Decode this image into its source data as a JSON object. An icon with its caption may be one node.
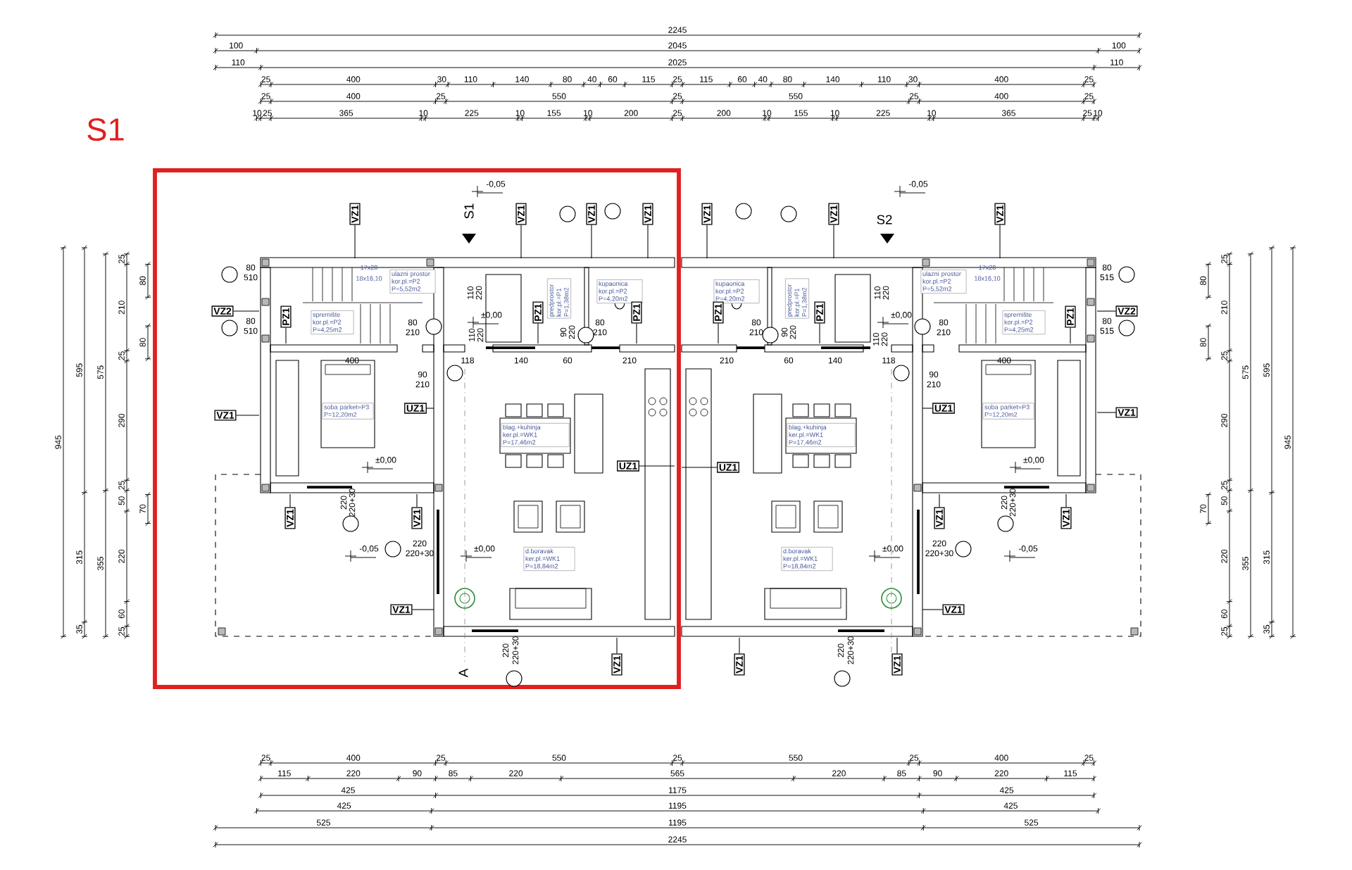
{
  "diagram": {
    "nodes": [
      {
        "text": [],
        "shape": "picture"
      },
      {
        "text": [],
        "shape": "picture"
      },
      {
        "text": [
          "ulazni prostor kor.pl.=P2 P=5,52m2"
        ],
        "in": 0
      },
      {
        "text": [
          "spremište kor.pl.=P2 P=4,25m2"
        ],
        "in": 0
      },
      {
        "text": [
          "predprostor kor.pl.=P1 P=1,38m2"
        ],
        "in": 0
      },
      {
        "text": [
          "kupaonica kor.pl.=P2 P=4,20m2"
        ],
        "in": 0
      },
      {
        "text": [
          "soba parket=P3 P=12,20m2"
        ],
        "in": 0
      },
      {
        "text": [
          "blag.+kuhinja ker.pl.=WK1 P=17,46m2"
        ],
        "in": 0
      },
      {
        "text": [
          "d.boravak ker.pl.=WK1 P=18,84m2"
        ],
        "in": 0
      },
      {
        "text": [
          "ulazni prostor kor.pl.=P2 P=5,52m2"
        ],
        "in": 1
      },
      {
        "text": [
          "spremište kor.pl.=P2 P=4,25m2"
        ],
        "in": 1
      },
      {
        "text": [
          "predprostor kor.pl.=P1 P=1,38m2"
        ],
        "in": 1
      },
      {
        "text": [
          "kupaonica kor.pl.=P2 P=4,20m2"
        ],
        "in": 1
      },
      {
        "text": [
          "soba parket=P3 P=12,20m2"
        ],
        "in": 1
      },
      {
        "text": [
          "blag.+kuhinja ker.pl.=WK1 P=17,46m2"
        ],
        "in": 1
      },
      {
        "text": [
          "d.boravak ker.pl.=WK1 P=18,84m2"
        ],
        "in": 1
      },
      {
        "text": [
          "VZ1"
        ]
      },
      {
        "text": [
          "VZ1"
        ]
      },
      {
        "text": [
          "VZ1"
        ]
      },
      {
        "text": [
          "VZ1"
        ]
      },
      {
        "text": [
          "VZ2"
        ]
      },
      {
        "text": [
          "VZ1"
        ]
      },
      {
        "text": [
          "PZ1"
        ],
        "in": 0
      },
      {
        "text": [
          "PZ1"
        ],
        "in": 0
      },
      {
        "text": [
          "PZ1"
        ],
        "in": 0
      },
      {
        "text": [
          "UZ1"
        ],
        "in": 0
      },
      {
        "text": [
          "UZ1"
        ],
        "in": 0
      },
      {
        "text": [
          "VZ1"
        ],
        "in": 0
      },
      {
        "text": [
          "VZ1"
        ],
        "in": 0
      },
      {
        "text": [
          "VZ1"
        ],
        "in": 0
      },
      {
        "text": [
          "VZ1"
        ]
      },
      {
        "text": [
          "VZ1"
        ]
      },
      {
        "text": [
          "VZ1"
        ]
      },
      {
        "text": [
          "VZ1"
        ]
      },
      {
        "text": [
          "VZ2"
        ],
        "in": 1
      },
      {
        "text": [
          "VZ1"
        ],
        "in": 1
      },
      {
        "text": [
          "PZ1"
        ],
        "in": 1
      },
      {
        "text": [
          "PZ1"
        ],
        "in": 1
      },
      {
        "text": [
          "PZ1"
        ],
        "in": 1
      },
      {
        "text": [
          "UZ1"
        ],
        "in": 1
      },
      {
        "text": [
          "UZ1"
        ],
        "in": 1
      },
      {
        "text": [
          "VZ1"
        ],
        "in": 1
      },
      {
        "text": [
          "VZ1"
        ],
        "in": 1
      },
      {
        "text": [
          "VZ1"
        ],
        "in": 1
      },
      {
        "text": [
          "VZ1"
        ]
      },
      {
        "text": [
          "VZ1"
        ]
      }
    ],
    "edges": [
      {
        "from": 16,
        "to": 0,
        "arrow": "none"
      },
      {
        "from": 17,
        "to": 0,
        "arrow": "none"
      },
      {
        "from": 18,
        "to": 0,
        "arrow": "none"
      },
      {
        "from": 19,
        "to": 0,
        "arrow": "none"
      },
      {
        "from": 20,
        "to": 0,
        "arrow": "none"
      },
      {
        "from": 21,
        "to": 0,
        "arrow": "none"
      },
      {
        "from": 22,
        "to": 0,
        "arrow": "none"
      },
      {
        "from": 23,
        "to": 0,
        "arrow": "none"
      },
      {
        "from": 24,
        "to": 0,
        "arrow": "none"
      },
      {
        "from": 25,
        "to": 0,
        "arrow": "none"
      },
      {
        "from": 26,
        "to": 0,
        "arrow": "none"
      },
      {
        "from": 27,
        "to": 0,
        "arrow": "none"
      },
      {
        "from": 28,
        "to": 0,
        "arrow": "none"
      },
      {
        "from": 29,
        "to": 0,
        "arrow": "none"
      },
      {
        "from": 30,
        "to": 0,
        "arrow": "none"
      },
      {
        "from": 31,
        "to": 1,
        "arrow": "none"
      },
      {
        "from": 32,
        "to": 1,
        "arrow": "none"
      },
      {
        "from": 33,
        "to": 1,
        "arrow": "none"
      },
      {
        "from": 34,
        "to": 1,
        "arrow": "none"
      },
      {
        "from": 35,
        "to": 1,
        "arrow": "none"
      },
      {
        "from": 36,
        "to": 1,
        "arrow": "none"
      },
      {
        "from": 37,
        "to": 1,
        "arrow": "none"
      },
      {
        "from": 38,
        "to": 1,
        "arrow": "none"
      },
      {
        "from": 39,
        "to": 1,
        "arrow": "none"
      },
      {
        "from": 40,
        "to": 1,
        "arrow": "none"
      },
      {
        "from": 41,
        "to": 1,
        "arrow": "none"
      },
      {
        "from": 42,
        "to": 1,
        "arrow": "none"
      },
      {
        "from": 43,
        "to": 1,
        "arrow": "none"
      },
      {
        "from": 44,
        "to": 1,
        "arrow": "none"
      },
      {
        "from": 45,
        "to": 1,
        "arrow": "none"
      }
    ],
    "labels": [
      "2245",
      "100",
      "2045",
      "100",
      "110",
      "2025",
      "110",
      "25",
      "400",
      "30",
      "110",
      "140",
      "80",
      "40",
      "60",
      "115",
      "25",
      "115",
      "60",
      "40",
      "80",
      "140",
      "110",
      "30",
      "400",
      "25",
      "25",
      "400",
      "25",
      "550",
      "25",
      "550",
      "25",
      "400",
      "25",
      "10",
      "25",
      "365",
      "10",
      "225",
      "10",
      "155",
      "10",
      "200",
      "25",
      "200",
      "10",
      "155",
      "10",
      "225",
      "10",
      "365",
      "25",
      "10",
      "945",
      "595",
      "315",
      "35",
      "575",
      "355",
      "25",
      "210",
      "25",
      "290",
      "25",
      "50",
      "220",
      "60",
      "25",
      "80",
      "80",
      "70",
      "80",
      "80",
      "70",
      "25",
      "210",
      "25",
      "290",
      "25",
      "50",
      "220",
      "60",
      "25",
      "575",
      "355",
      "595",
      "315",
      "35",
      "945",
      "25",
      "400",
      "25",
      "550",
      "25",
      "550",
      "25",
      "400",
      "25",
      "115",
      "220",
      "90",
      "85",
      "220",
      "565",
      "220",
      "85",
      "90",
      "220",
      "115",
      "425",
      "1175",
      "425",
      "425",
      "1195",
      "425",
      "525",
      "1195",
      "525",
      "2245",
      "S1",
      "-0,05",
      "-0,05",
      "S1",
      "S2",
      "110",
      "220",
      "110",
      "220",
      "17x28",
      "18x16,10",
      "17x28",
      "18x16,10",
      "80",
      "510",
      "80",
      "510",
      "80",
      "515",
      "80",
      "515",
      "±0,00",
      "±0,00",
      "80",
      "210",
      "80",
      "210",
      "80",
      "210",
      "80",
      "210",
      "110",
      "220",
      "110",
      "220",
      "90",
      "220",
      "90",
      "220",
      "400",
      "118",
      "140",
      "60",
      "210",
      "210",
      "60",
      "140",
      "118",
      "400",
      "90",
      "210",
      "90",
      "210",
      "±0,00",
      "±0,00",
      "220",
      "220+30",
      "220",
      "220+30",
      "-0,05",
      "220",
      "220+30",
      "±0,00",
      "±0,00",
      "220",
      "220+30",
      "-0,05",
      "220",
      "220+30",
      "220",
      "220+30",
      "A"
    ]
  }
}
